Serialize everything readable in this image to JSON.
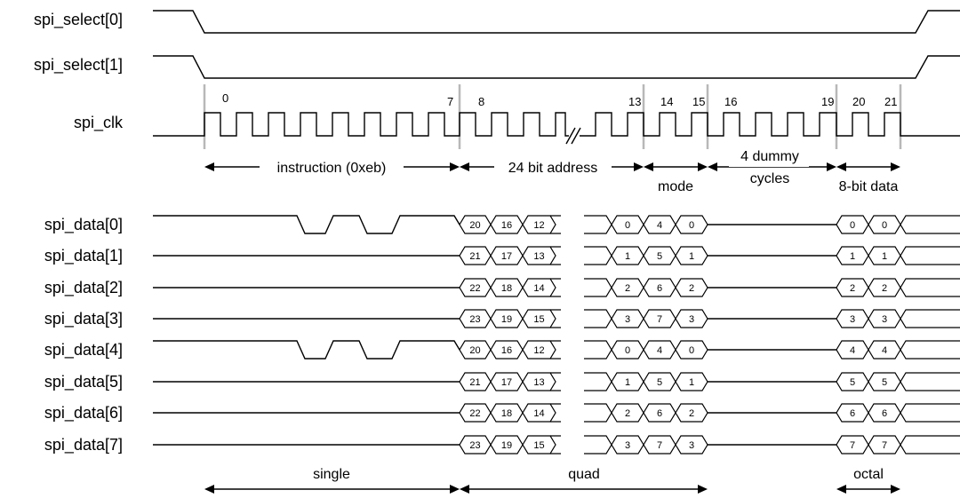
{
  "signals": [
    "spi_select[0]",
    "spi_select[1]",
    "spi_clk",
    "spi_data[0]",
    "spi_data[1]",
    "spi_data[2]",
    "spi_data[3]",
    "spi_data[4]",
    "spi_data[5]",
    "spi_data[6]",
    "spi_data[7]"
  ],
  "clock_indices": [
    "0",
    "7",
    "8",
    "13",
    "14",
    "15",
    "16",
    "19",
    "20",
    "21"
  ],
  "phases": {
    "instruction": "instruction (0xeb)",
    "address": "24 bit address",
    "mode": "mode",
    "dummy_line1": "4 dummy",
    "dummy_line2": "cycles",
    "data": "8-bit data"
  },
  "modes": {
    "single": "single",
    "quad": "quad",
    "octal": "octal"
  },
  "bus_values": {
    "address": [
      [
        "20",
        "16",
        "12"
      ],
      [
        "21",
        "17",
        "13"
      ],
      [
        "22",
        "18",
        "14"
      ],
      [
        "23",
        "19",
        "15"
      ]
    ],
    "mode": [
      [
        "0",
        "4",
        "0"
      ],
      [
        "1",
        "5",
        "1"
      ],
      [
        "2",
        "6",
        "2"
      ],
      [
        "3",
        "7",
        "3"
      ]
    ],
    "data": [
      [
        "0",
        "0"
      ],
      [
        "1",
        "1"
      ],
      [
        "2",
        "2"
      ],
      [
        "3",
        "3"
      ],
      [
        "4",
        "4"
      ],
      [
        "5",
        "5"
      ],
      [
        "6",
        "6"
      ],
      [
        "7",
        "7"
      ]
    ]
  }
}
